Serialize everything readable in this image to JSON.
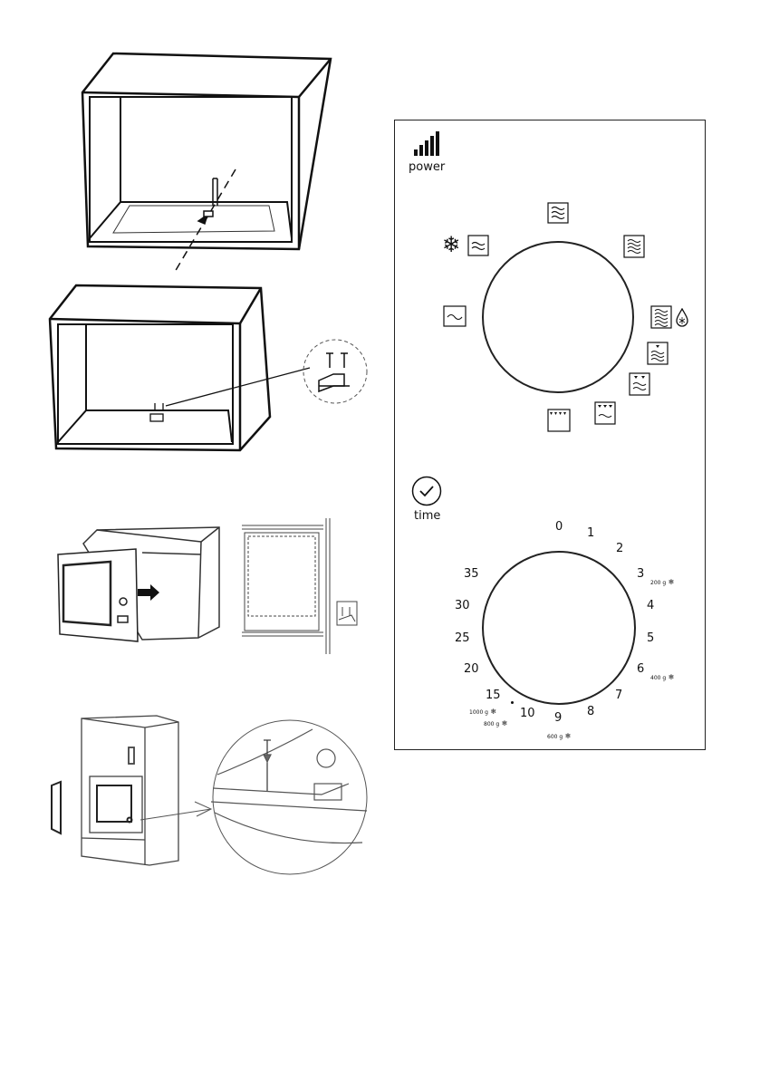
{
  "control_panel": {
    "power_label": "power",
    "time_label": "time",
    "power_icon": "signal-bars-icon",
    "time_icon": "clock-check-icon",
    "power_modes": [
      {
        "icon": "defrost-wave-icon"
      },
      {
        "icon": "low-wave-icon"
      },
      {
        "icon": "medium-low-wave-icon"
      },
      {
        "icon": "medium-wave-icon"
      },
      {
        "icon": "high-wave-icon"
      },
      {
        "icon": "max-wave-steam-icon"
      },
      {
        "icon": "grill-micro-1-icon"
      },
      {
        "icon": "grill-micro-2-icon"
      },
      {
        "icon": "grill-micro-3-icon"
      },
      {
        "icon": "grill-icon"
      }
    ],
    "timer_marks": [
      "0",
      "1",
      "2",
      "3",
      "4",
      "5",
      "6",
      "7",
      "8",
      "9",
      "10",
      "15",
      "20",
      "25",
      "30",
      "35"
    ],
    "weights": {
      "w200": "200 g",
      "w400": "400 g",
      "w600": "600 g",
      "w800": "800 g",
      "w1000": "1000 g"
    }
  },
  "figures": [
    {
      "name": "cabinet-drill-diagram"
    },
    {
      "name": "cabinet-bracket-diagram"
    },
    {
      "name": "oven-slide-in-diagram"
    },
    {
      "name": "oven-screw-fix-diagram"
    }
  ]
}
